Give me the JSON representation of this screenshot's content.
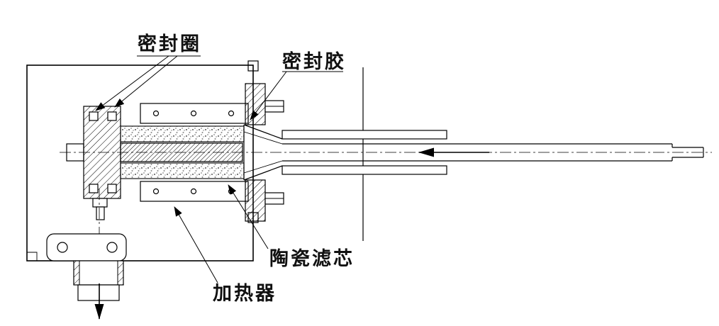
{
  "diagram": {
    "background": "#ffffff",
    "line_color": "#000000",
    "labels": {
      "seal_ring": "密封圈",
      "sealant": "密封胶",
      "ceramic_filter": "陶瓷滤芯",
      "heater": "加热器"
    }
  }
}
